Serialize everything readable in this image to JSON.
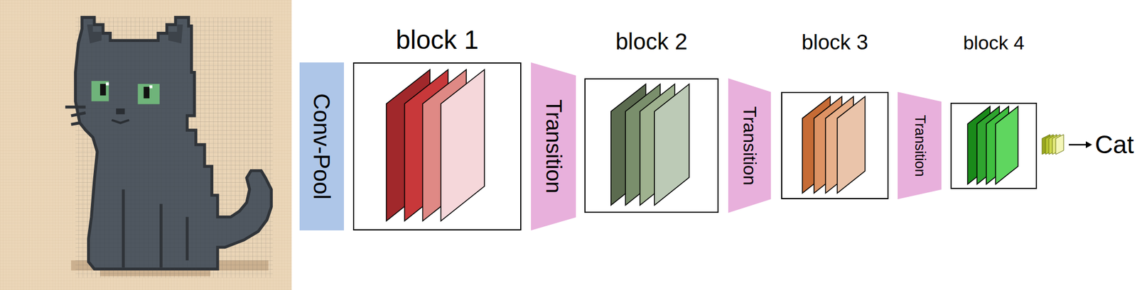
{
  "diagram": {
    "nodes": [
      {
        "text": [
          "Conv-Pool"
        ]
      },
      {
        "text": [
          "block 1"
        ]
      },
      {
        "text": [
          "Transition"
        ]
      },
      {
        "text": [
          "block 2"
        ]
      },
      {
        "text": [
          "Transition"
        ]
      },
      {
        "text": [
          "block 3"
        ]
      },
      {
        "text": [
          "Transition"
        ]
      },
      {
        "text": [
          "block 4"
        ]
      }
    ],
    "labels": [
      "Cat"
    ]
  }
}
